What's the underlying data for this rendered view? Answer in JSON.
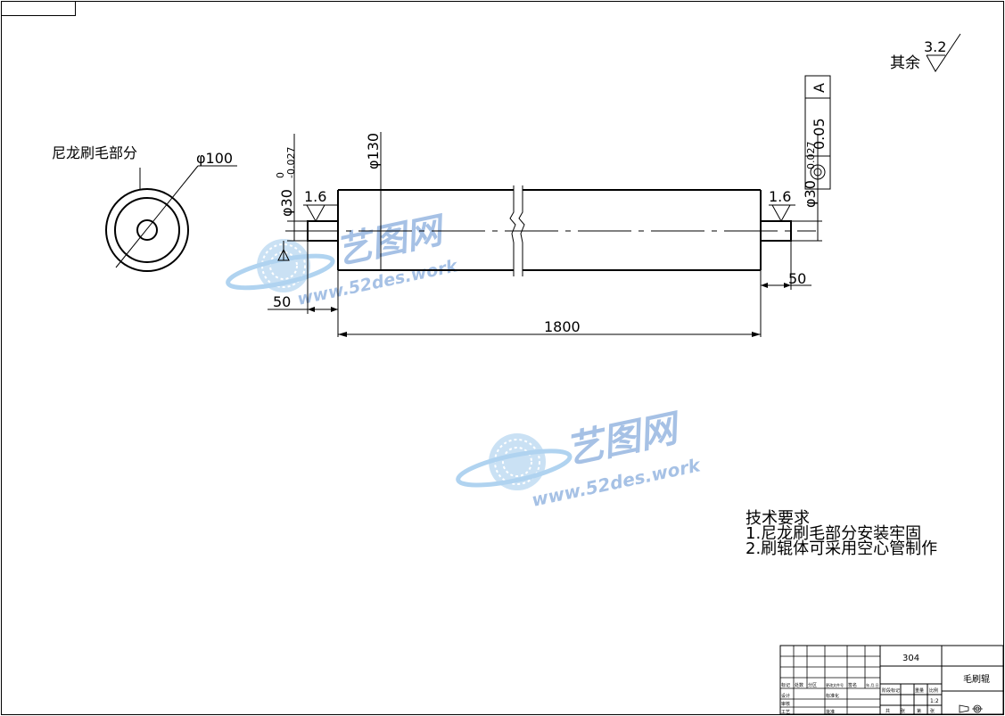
{
  "section_view": {
    "label": "尼龙刷毛部分",
    "outer_diameter": "φ100"
  },
  "dimensions": {
    "shaft_left_diameter": "φ30",
    "shaft_left_tol_upper": "0",
    "shaft_left_tol_lower": "-0.027",
    "body_diameter": "φ130",
    "shaft_right_diameter": "φ30",
    "shaft_right_tol": "0.027",
    "roughness_left": "1.6",
    "roughness_right": "1.6",
    "left_shaft_length": "50",
    "right_shaft_length": "50",
    "body_length": "1800"
  },
  "tolerance_frame": {
    "value": "0.05",
    "datum": "A"
  },
  "general_roughness": {
    "prefix": "其余",
    "value": "3.2"
  },
  "technical_requirements": {
    "title": "技术要求",
    "items": [
      "1.尼龙刷毛部分安装牢固",
      "2.刷辊体可采用空心管制作"
    ]
  },
  "title_block": {
    "material": "304",
    "part_name": "毛刷辊",
    "scale": "1:2",
    "small_labels": [
      "标记",
      "处数",
      "分区",
      "更改文件号",
      "签名",
      "年.月.日",
      "设计",
      "标准化",
      "审核",
      "工艺",
      "批准",
      "阶段标记",
      "重量",
      "比例",
      "共",
      "张",
      "第",
      "张"
    ]
  },
  "watermark": {
    "brand": "艺图网",
    "url": "www.52des.work"
  }
}
